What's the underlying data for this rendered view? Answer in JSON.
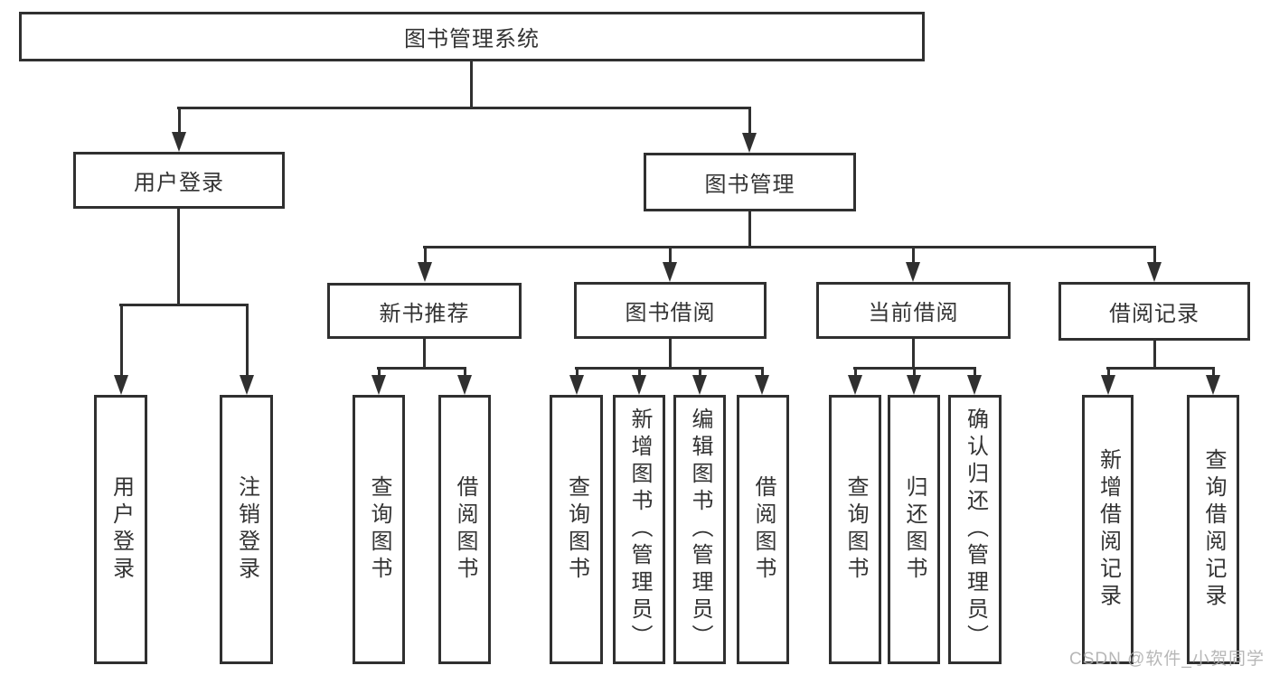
{
  "diagram": {
    "root": "图书管理系统",
    "level2": {
      "user_login": "用户登录",
      "book_mgmt": "图书管理"
    },
    "level3": {
      "recommend": "新书推荐",
      "borrow": "图书借阅",
      "current": "当前借阅",
      "records": "借阅记录"
    },
    "leaves": {
      "login": [
        "用户登录",
        "注销登录"
      ],
      "recommend": [
        "查询图书",
        "借阅图书"
      ],
      "borrow": [
        "查询图书",
        "新增图书（管理员）",
        "编辑图书（管理员）",
        "借阅图书"
      ],
      "current": [
        "查询图书",
        "归还图书",
        "确认归还（管理员）"
      ],
      "records": [
        "新增借阅记录",
        "查询借阅记录"
      ]
    }
  },
  "watermark": "CSDN @软件_小贺同学",
  "colors": {
    "line": "#303030",
    "text": "#333333",
    "background": "#ffffff",
    "watermark": "#b0b0b0"
  }
}
